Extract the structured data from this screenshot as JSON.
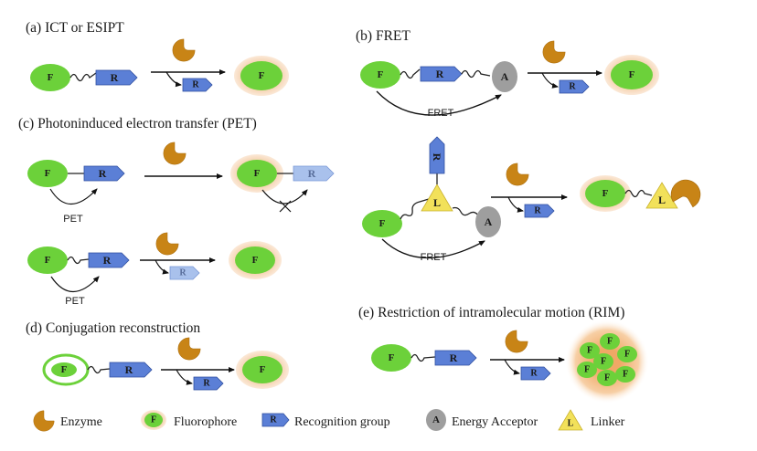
{
  "panels": {
    "a": {
      "title": "(a) ICT or ESIPT"
    },
    "b": {
      "title": "(b) FRET",
      "fret_label_top": "FRET",
      "fret_label_bottom": "FRET"
    },
    "c": {
      "title": "(c) Photoninduced electron transfer (PET)",
      "pet_label_1": "PET",
      "pet_label_2": "PET"
    },
    "d": {
      "title": "(d) Conjugation reconstruction"
    },
    "e": {
      "title": "(e) Restriction of intramolecular motion (RIM)"
    }
  },
  "symbols": {
    "fluorophore": "F",
    "recognition": "R",
    "acceptor": "A",
    "linker": "L"
  },
  "legend": {
    "enzyme": "Enzyme",
    "fluorophore": "Fluorophore",
    "recognition": "Recognition group",
    "acceptor": "Energy Acceptor",
    "linker": "Linker"
  },
  "colors": {
    "fluorophore_green": "#6cd13a",
    "glow_orange": "#f3c9a0",
    "recognition_blue": "#5b7fd6",
    "recognition_light": "#a9c1ec",
    "enzyme_orange": "#c88416",
    "acceptor_gray": "#9e9e9e",
    "linker_yellow": "#f2e15a"
  }
}
